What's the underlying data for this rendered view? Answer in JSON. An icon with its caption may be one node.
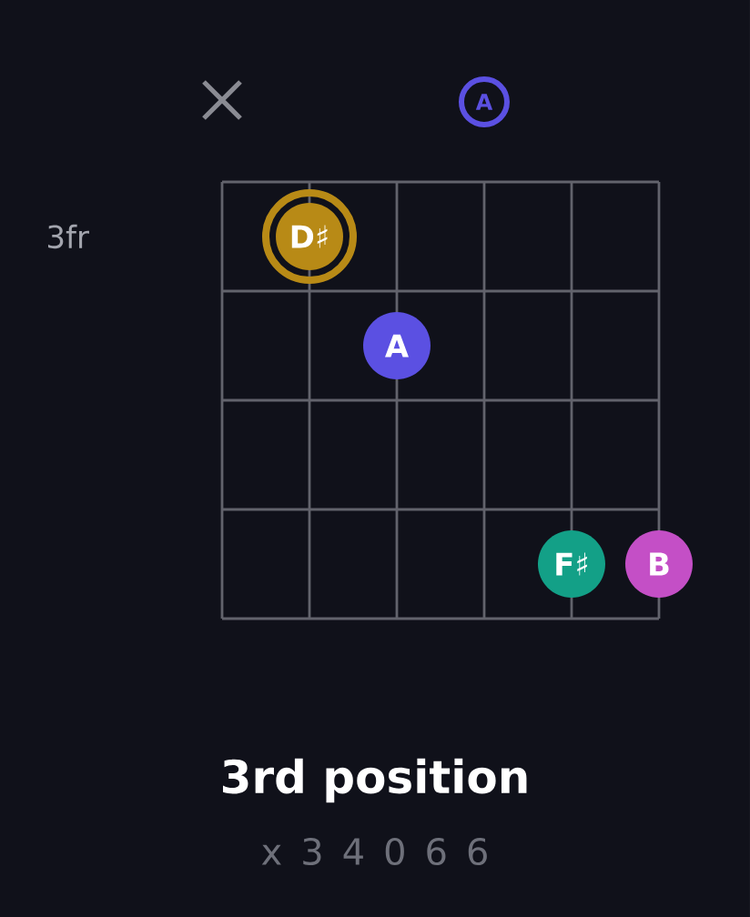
{
  "diagram": {
    "title": "3rd position",
    "caption": "x 3 4 0 6 6",
    "nodes": [
      {
        "text": [
          "A"
        ]
      },
      {
        "text": [
          "D♯"
        ]
      },
      {
        "text": [
          "A"
        ]
      },
      {
        "text": [
          "F♯"
        ]
      },
      {
        "text": [
          "B"
        ]
      }
    ],
    "labels": [
      "3fr"
    ]
  }
}
